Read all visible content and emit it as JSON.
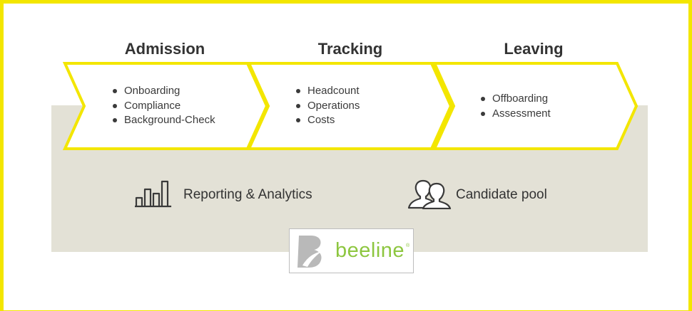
{
  "phases": [
    {
      "title": "Admission",
      "items": [
        "Onboarding",
        "Compliance",
        "Background-Check"
      ]
    },
    {
      "title": "Tracking",
      "items": [
        "Headcount",
        "Operations",
        "Costs"
      ]
    },
    {
      "title": "Leaving",
      "items": [
        "Offboarding",
        "Assessment"
      ]
    }
  ],
  "features": {
    "reporting": {
      "label": "Reporting & Analytics",
      "icon": "bar-chart-icon"
    },
    "candidates": {
      "label": "Candidate pool",
      "icon": "people-icon"
    }
  },
  "brand": {
    "name": "beeline",
    "registered_mark": "®",
    "accent_color": "#f3e600",
    "logo_green": "#8dc63f"
  }
}
